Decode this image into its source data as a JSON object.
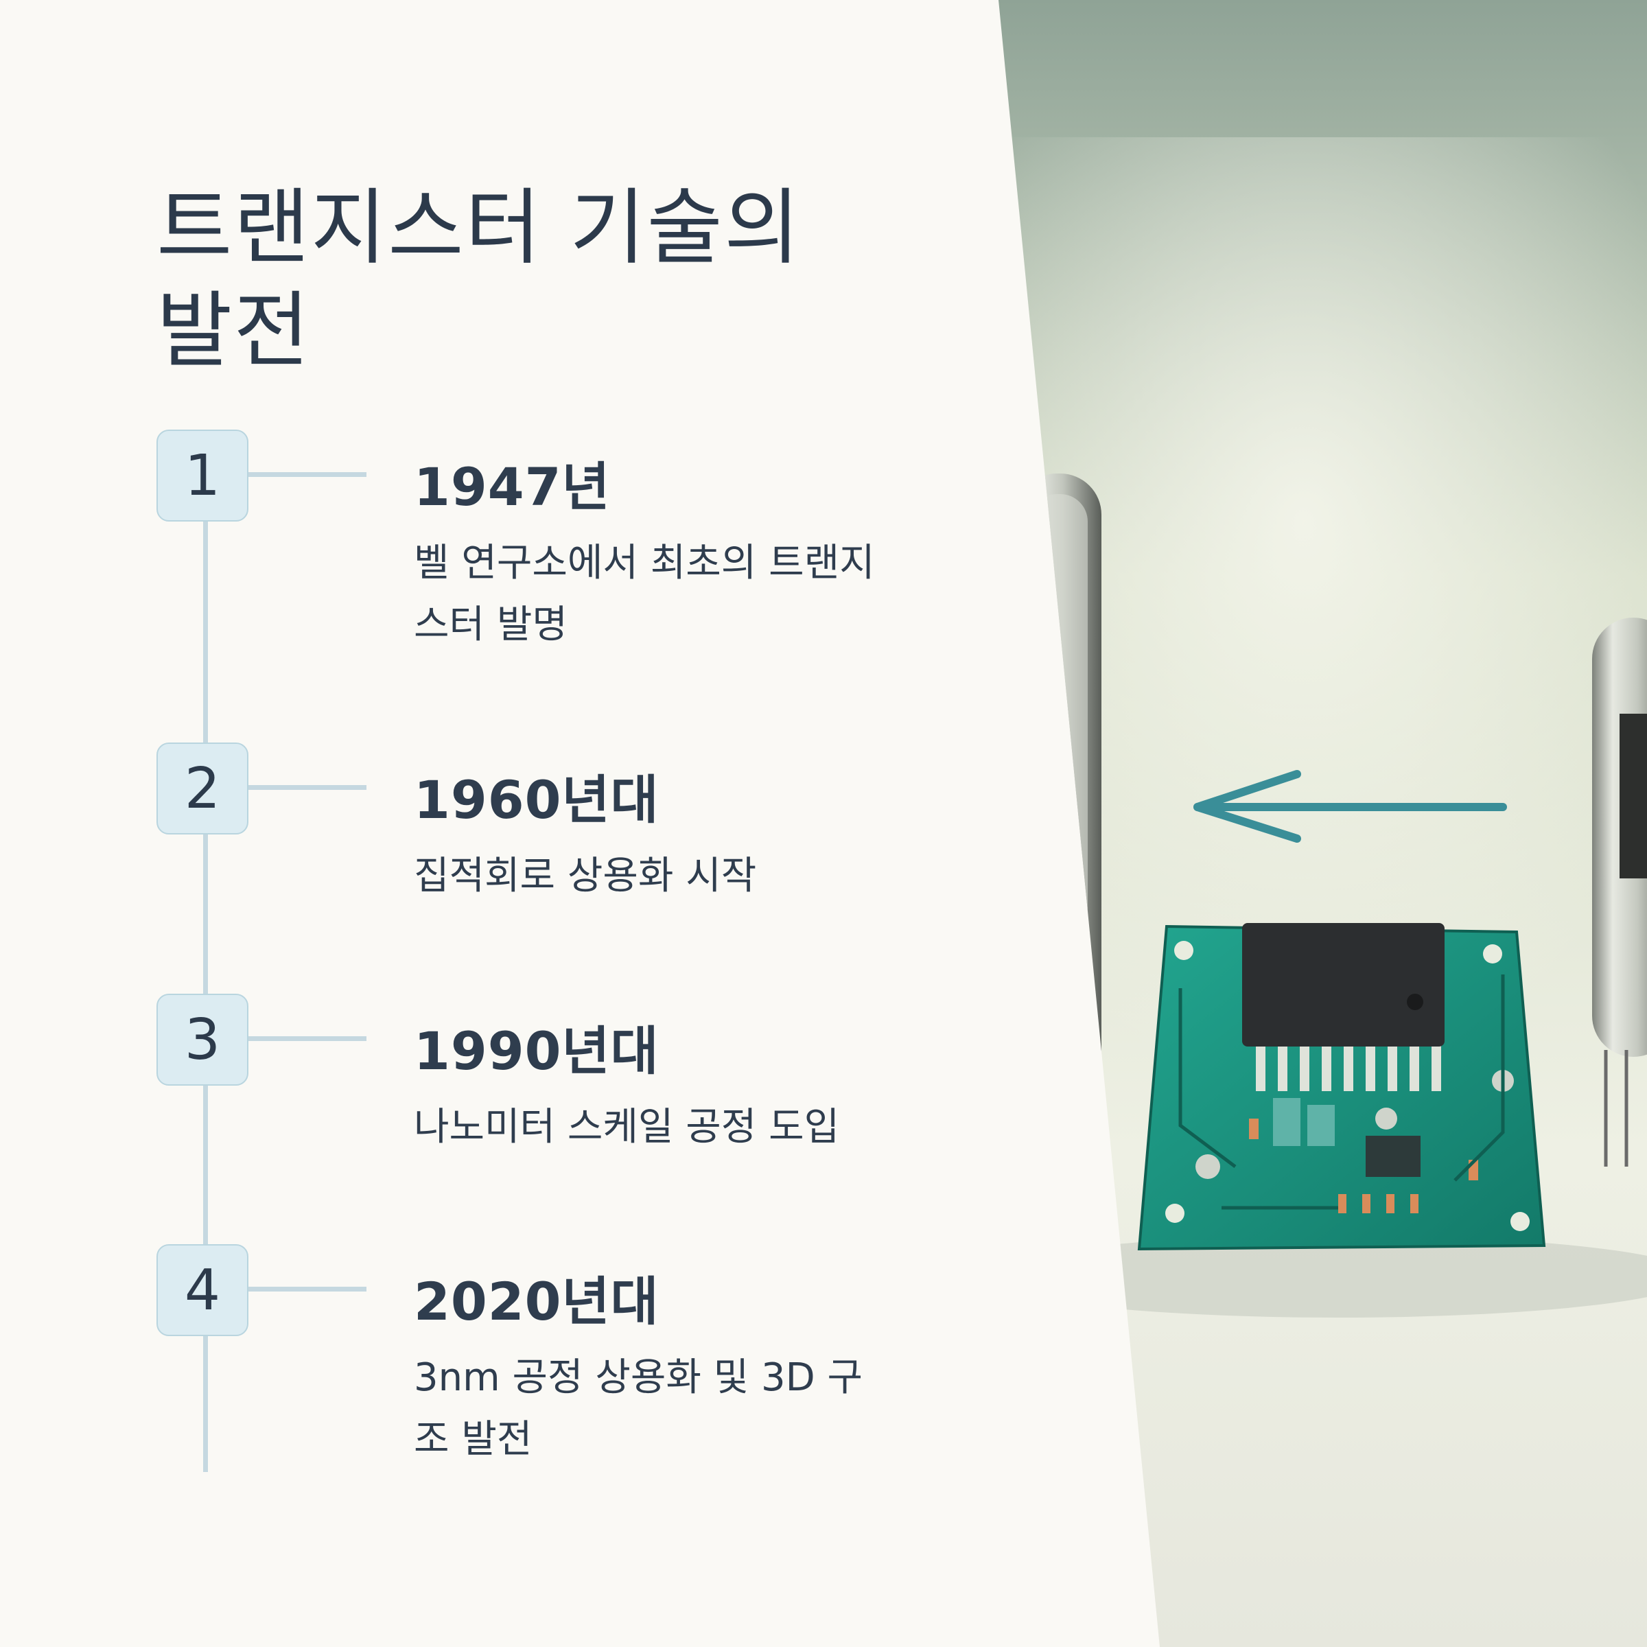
{
  "title": "트랜지스터 기술의 발전",
  "timeline": [
    {
      "number": "1",
      "year": "1947년",
      "description": "벨 연구소에서 최초의 트랜지스터 발명"
    },
    {
      "number": "2",
      "year": "1960년대",
      "description": "집적회로 상용화 시작"
    },
    {
      "number": "3",
      "year": "1990년대",
      "description": "나노미터 스케일 공정 도입"
    },
    {
      "number": "4",
      "year": "2020년대",
      "description": "3nm 공정 상용화 및 3D 구조 발전"
    }
  ],
  "image": {
    "description_icon": "circuit-board-vacuum-tube-photo",
    "arrow_color": "#3a8e98",
    "board_color": "#1f9683"
  }
}
